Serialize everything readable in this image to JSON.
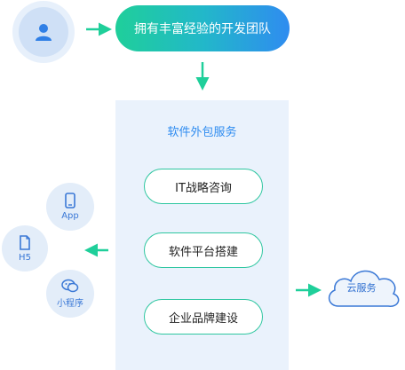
{
  "user": {
    "icon": "user-icon"
  },
  "team": {
    "label": "拥有丰富经验的开发团队"
  },
  "service": {
    "title": "软件外包服务",
    "items": [
      {
        "label": "IT战略咨询"
      },
      {
        "label": "软件平台搭建"
      },
      {
        "label": "企业品牌建设"
      }
    ]
  },
  "clients": [
    {
      "label": "App",
      "icon": "phone-icon"
    },
    {
      "label": "H5",
      "icon": "document-icon"
    },
    {
      "label": "小程序",
      "icon": "wechat-icon"
    }
  ],
  "cloud": {
    "label": "云服务",
    "icon": "cloud-icon"
  },
  "colors": {
    "accent_green": "#1fcf9a",
    "accent_blue": "#2f8cf0",
    "panel_bg": "#eaf2fc"
  }
}
